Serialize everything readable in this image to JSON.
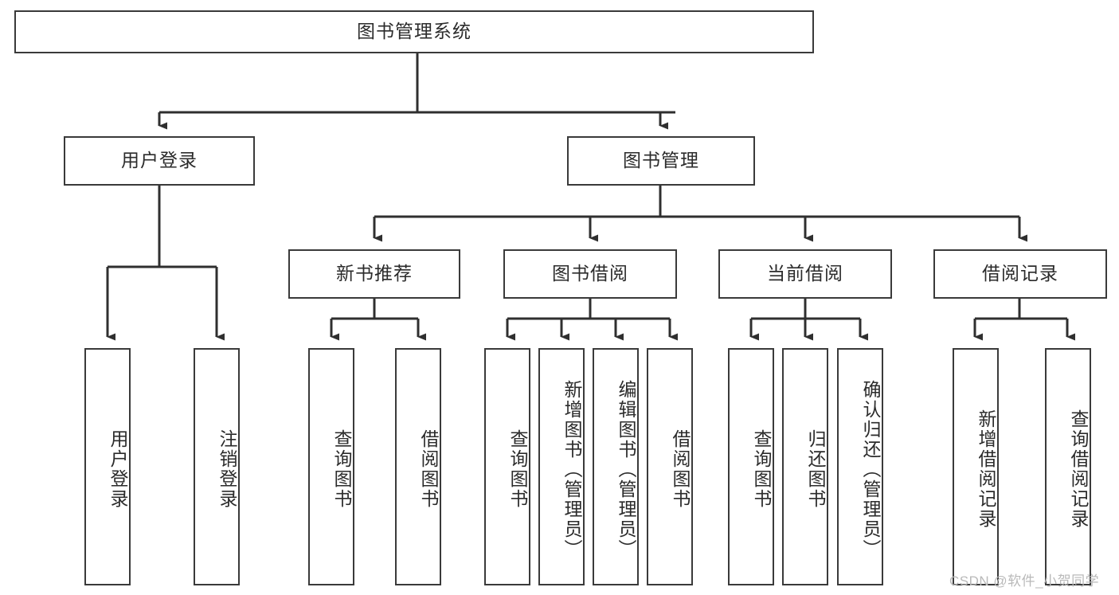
{
  "diagram": {
    "title": "图书管理系统",
    "type": "tree-hierarchy-diagram",
    "colors": {
      "stroke": "#3a3a3a",
      "fill": "#ffffff",
      "text": "#2b2b2b",
      "watermark": "#b9b9b9"
    },
    "levels": {
      "root": {
        "label": "图书管理系统"
      },
      "level2": [
        {
          "label": "用户登录"
        },
        {
          "label": "图书管理"
        }
      ],
      "level3": [
        {
          "label": "新书推荐"
        },
        {
          "label": "图书借阅"
        },
        {
          "label": "当前借阅"
        },
        {
          "label": "借阅记录"
        }
      ],
      "leaves_user_login": [
        {
          "label": "用户登录"
        },
        {
          "label": "注销登录"
        }
      ],
      "leaves_new_books": [
        {
          "label": "查询图书"
        },
        {
          "label": "借阅图书"
        }
      ],
      "leaves_borrow": [
        {
          "label": "查询图书"
        },
        {
          "label": "新增图书（管理员）"
        },
        {
          "label": "编辑图书（管理员）"
        },
        {
          "label": "借阅图书"
        }
      ],
      "leaves_current": [
        {
          "label": "查询图书"
        },
        {
          "label": "归还图书"
        },
        {
          "label": "确认归还（管理员）"
        }
      ],
      "leaves_records": [
        {
          "label": "新增借阅记录"
        },
        {
          "label": "查询借阅记录"
        }
      ]
    }
  },
  "watermark": {
    "text": "CSDN @软件_小贺同学"
  }
}
